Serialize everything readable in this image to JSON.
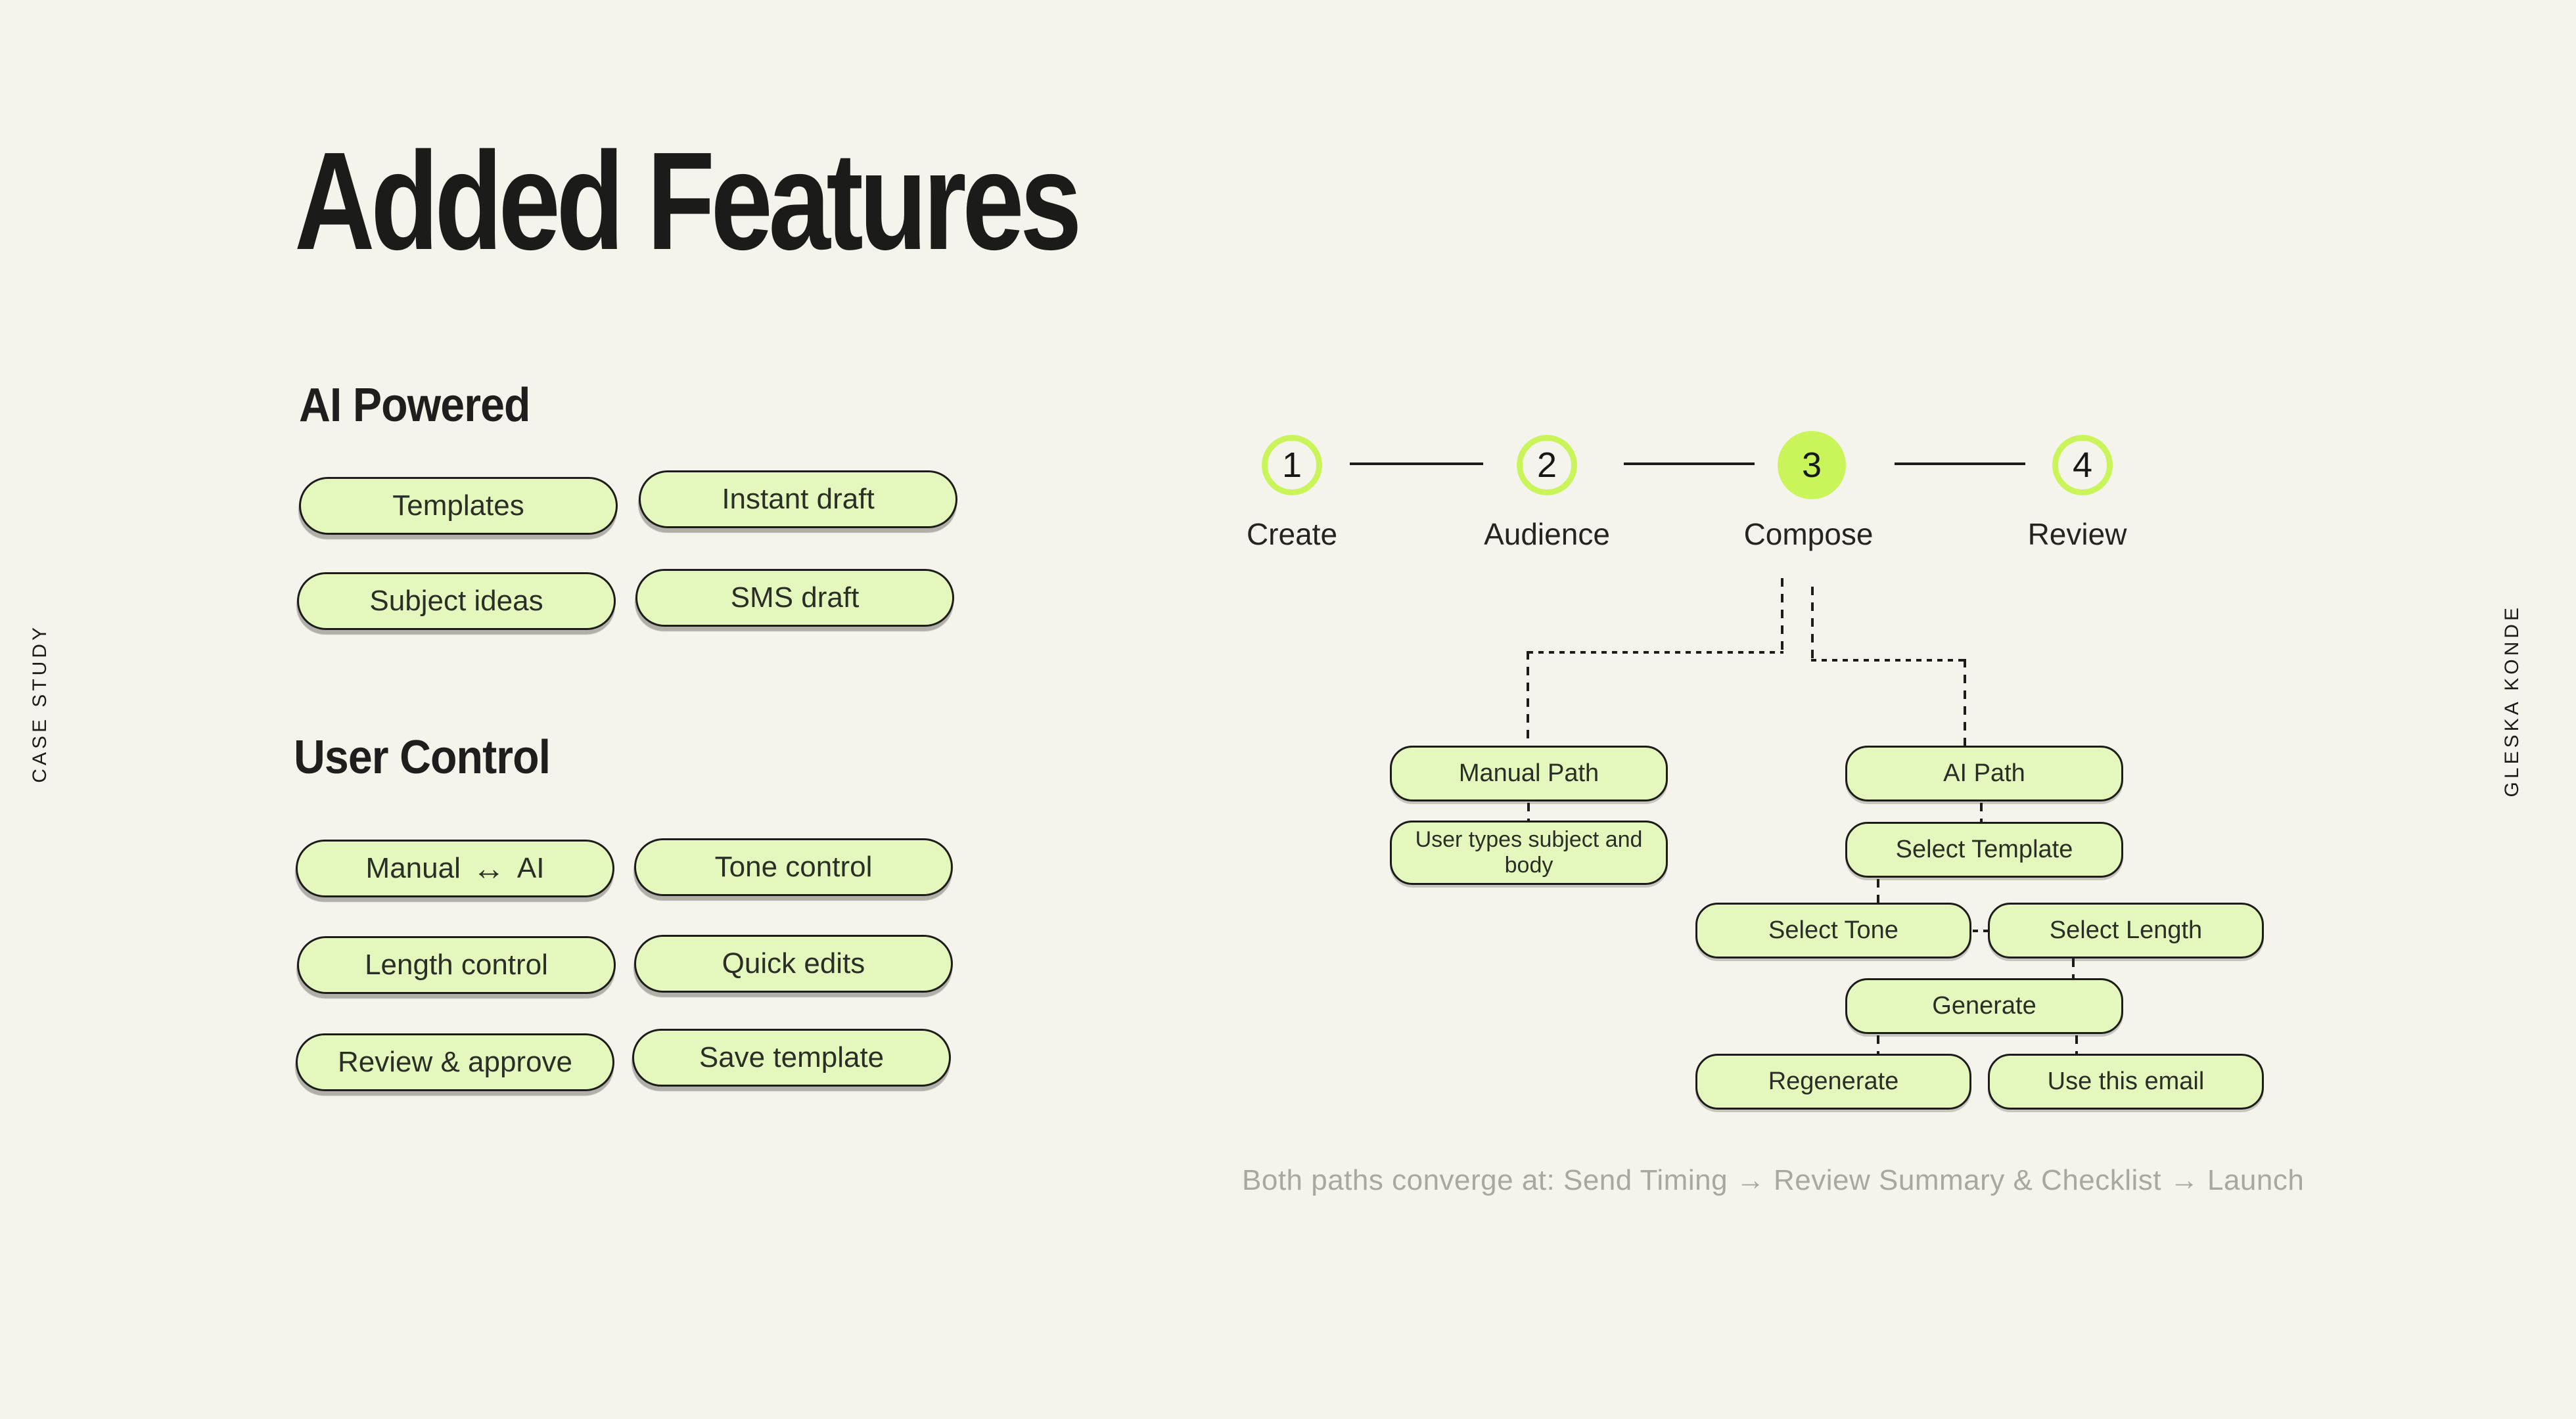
{
  "colors": {
    "background": "#f4f4ec",
    "pill_fill": "#e4f8bd",
    "accent_green": "#c9f55b",
    "ink": "#1d1c1a",
    "muted_text": "#a7a89f"
  },
  "margins": {
    "left_label": "CASE STUDY",
    "right_label": "GLESKA KONDE"
  },
  "title": "Added Features",
  "sections": {
    "ai_powered": {
      "heading": "AI Powered",
      "pills": [
        "Templates",
        "Instant draft",
        "Subject ideas",
        "SMS draft"
      ]
    },
    "user_control": {
      "heading": "User Control",
      "manual_ai_pill": {
        "left": "Manual",
        "arrow": "↔",
        "right": "AI"
      },
      "pills": [
        "Tone control",
        "Length control",
        "Quick edits",
        "Review & approve",
        "Save template"
      ]
    }
  },
  "stepper": {
    "steps": [
      {
        "number": "1",
        "label": "Create",
        "active": false
      },
      {
        "number": "2",
        "label": "Audience",
        "active": false
      },
      {
        "number": "3",
        "label": "Compose",
        "active": true
      },
      {
        "number": "4",
        "label": "Review",
        "active": false
      }
    ]
  },
  "flowchart": {
    "manual_path": "Manual Path",
    "user_types": "User types subject and body",
    "ai_path": "AI Path",
    "select_template": "Select Template",
    "select_tone": "Select Tone",
    "select_length": "Select Length",
    "generate": "Generate",
    "regenerate": "Regenerate",
    "use_this_email": "Use this email"
  },
  "footer": {
    "note": "Both paths converge at: Send Timing → Review Summary & Checklist → Launch"
  }
}
